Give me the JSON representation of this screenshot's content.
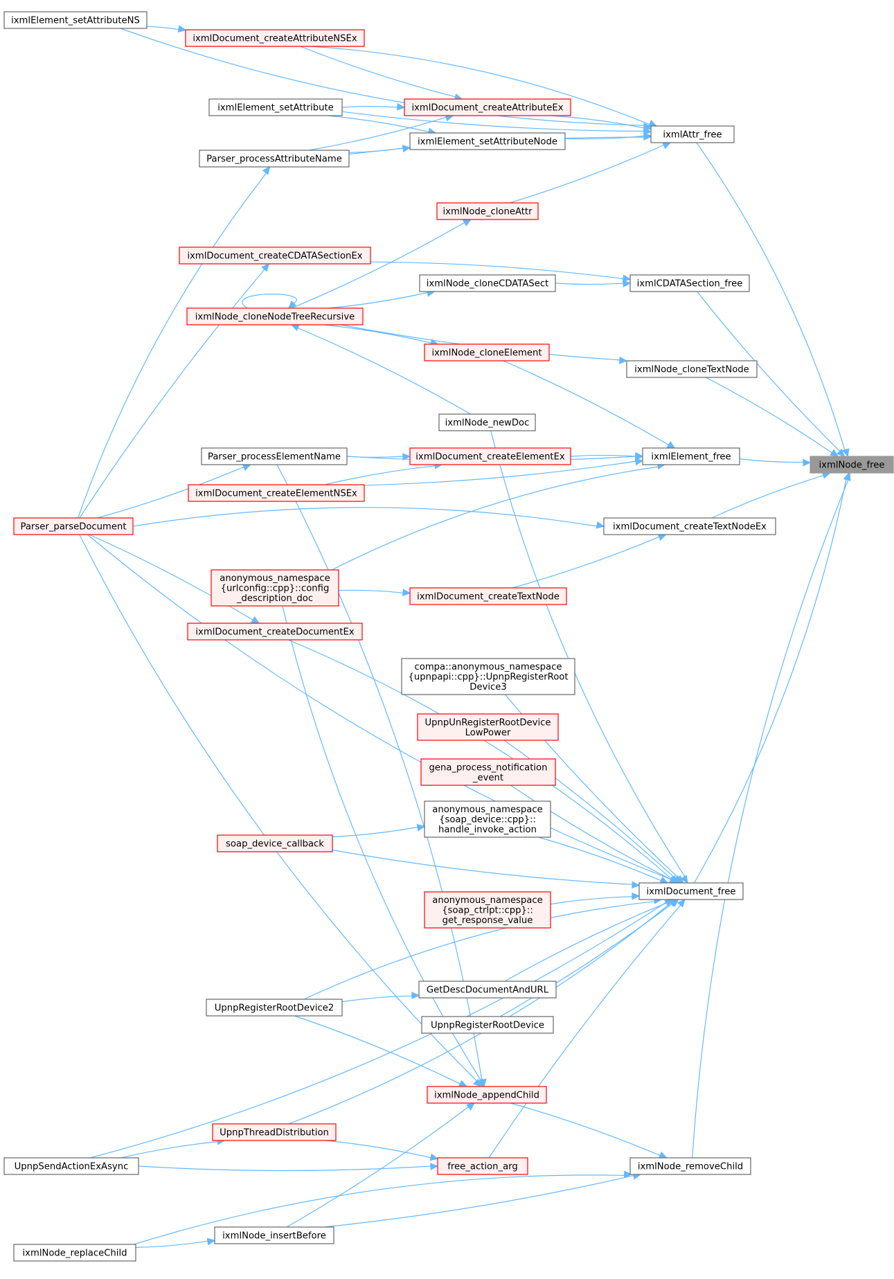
{
  "colors": {
    "edge": "#63b8ff",
    "plain_border": "#666666",
    "plain_fill": "#ffffff",
    "red_border": "#ff0000",
    "red_fill": "#fff0f0",
    "focus_border": "#999999",
    "focus_fill": "#999999"
  },
  "nodes": {
    "n_free": {
      "label": [
        "ixmlNode_free"
      ],
      "style": "focus"
    },
    "attr_free": {
      "label": [
        "ixmlAttr_free"
      ],
      "style": "plain"
    },
    "cdata_free": {
      "label": [
        "ixmlCDATASection_free"
      ],
      "style": "plain"
    },
    "clone_text": {
      "label": [
        "ixmlNode_cloneTextNode"
      ],
      "style": "plain"
    },
    "elem_free": {
      "label": [
        "ixmlElement_free"
      ],
      "style": "plain"
    },
    "doc_ctn_ex": {
      "label": [
        "ixmlDocument_createTextNodeEx"
      ],
      "style": "plain"
    },
    "doc_free": {
      "label": [
        "ixmlDocument_free"
      ],
      "style": "plain"
    },
    "remove_child": {
      "label": [
        "ixmlNode_removeChild"
      ],
      "style": "plain"
    },
    "set_attr_ns": {
      "label": [
        "ixmlElement_setAttributeNS"
      ],
      "style": "plain"
    },
    "create_attr_nsex": {
      "label": [
        "ixmlDocument_createAttributeNSEx"
      ],
      "style": "red"
    },
    "set_attr": {
      "label": [
        "ixmlElement_setAttribute"
      ],
      "style": "plain"
    },
    "create_attr_ex": {
      "label": [
        "ixmlDocument_createAttributeEx"
      ],
      "style": "red"
    },
    "set_attr_node": {
      "label": [
        "ixmlElement_setAttributeNode"
      ],
      "style": "plain"
    },
    "proc_attr_name": {
      "label": [
        "Parser_processAttributeName"
      ],
      "style": "plain"
    },
    "clone_attr": {
      "label": [
        "ixmlNode_cloneAttr"
      ],
      "style": "red"
    },
    "create_cdata": {
      "label": [
        "ixmlDocument_createCDATASectionEx"
      ],
      "style": "red"
    },
    "clone_cdata": {
      "label": [
        "ixmlNode_cloneCDATASect"
      ],
      "style": "plain"
    },
    "clone_tree": {
      "label": [
        "ixmlNode_cloneNodeTreeRecursive"
      ],
      "style": "red"
    },
    "clone_elem": {
      "label": [
        "ixmlNode_cloneElement"
      ],
      "style": "red"
    },
    "new_doc": {
      "label": [
        "ixmlNode_newDoc"
      ],
      "style": "plain"
    },
    "proc_elem_name": {
      "label": [
        "Parser_processElementName"
      ],
      "style": "plain"
    },
    "create_elem_ex": {
      "label": [
        "ixmlDocument_createElementEx"
      ],
      "style": "red"
    },
    "create_elem_nsex": {
      "label": [
        "ixmlDocument_createElementNSEx"
      ],
      "style": "red"
    },
    "parse_doc": {
      "label": [
        "Parser_parseDocument"
      ],
      "style": "red"
    },
    "anon_urlconfig": {
      "label": [
        "anonymous_namespace",
        "{urlconfig::cpp}::config",
        "_description_doc"
      ],
      "style": "red"
    },
    "create_text_node": {
      "label": [
        "ixmlDocument_createTextNode"
      ],
      "style": "red"
    },
    "create_doc_ex": {
      "label": [
        "ixmlDocument_createDocumentEx"
      ],
      "style": "red"
    },
    "compa_reg3": {
      "label": [
        "compa::anonymous_namespace",
        "{upnpapi::cpp}::UpnpRegisterRoot",
        "Device3"
      ],
      "style": "plain"
    },
    "unreg_lowpower": {
      "label": [
        "UpnpUnRegisterRootDevice",
        "LowPower"
      ],
      "style": "red"
    },
    "gena_notif": {
      "label": [
        "gena_process_notification",
        "_event"
      ],
      "style": "red"
    },
    "anon_soap_dev": {
      "label": [
        "anonymous_namespace",
        "{soap_device::cpp}::",
        "handle_invoke_action"
      ],
      "style": "plain"
    },
    "soap_dev_cb": {
      "label": [
        "soap_device_callback"
      ],
      "style": "red"
    },
    "anon_soap_ctrl": {
      "label": [
        "anonymous_namespace",
        "{soap_ctrlpt::cpp}::",
        "get_response_value"
      ],
      "style": "red"
    },
    "get_desc": {
      "label": [
        "GetDescDocumentAndURL"
      ],
      "style": "plain"
    },
    "reg_root2": {
      "label": [
        "UpnpRegisterRootDevice2"
      ],
      "style": "plain"
    },
    "reg_root": {
      "label": [
        "UpnpRegisterRootDevice"
      ],
      "style": "plain"
    },
    "append_child": {
      "label": [
        "ixmlNode_appendChild"
      ],
      "style": "red"
    },
    "thread_dist": {
      "label": [
        "UpnpThreadDistribution"
      ],
      "style": "red"
    },
    "send_action_async": {
      "label": [
        "UpnpSendActionExAsync"
      ],
      "style": "plain"
    },
    "free_action_arg": {
      "label": [
        "free_action_arg"
      ],
      "style": "red"
    },
    "insert_before": {
      "label": [
        "ixmlNode_insertBefore"
      ],
      "style": "plain"
    },
    "replace_child": {
      "label": [
        "ixmlNode_replaceChild"
      ],
      "style": "plain"
    }
  },
  "edges": [
    {
      "from": "attr_free",
      "to": "n_free"
    },
    {
      "from": "cdata_free",
      "to": "n_free"
    },
    {
      "from": "clone_text",
      "to": "n_free"
    },
    {
      "from": "elem_free",
      "to": "n_free"
    },
    {
      "from": "doc_ctn_ex",
      "to": "n_free"
    },
    {
      "from": "doc_free",
      "to": "n_free"
    },
    {
      "from": "remove_child",
      "to": "n_free"
    },
    {
      "from": "set_attr_ns",
      "to": "attr_free"
    },
    {
      "from": "create_attr_nsex",
      "to": "attr_free"
    },
    {
      "from": "set_attr",
      "to": "attr_free"
    },
    {
      "from": "create_attr_ex",
      "to": "attr_free"
    },
    {
      "from": "set_attr_node",
      "to": "attr_free"
    },
    {
      "from": "proc_attr_name",
      "to": "attr_free"
    },
    {
      "from": "clone_attr",
      "to": "attr_free"
    },
    {
      "from": "set_attr_ns",
      "to": "create_attr_nsex"
    },
    {
      "from": "create_attr_nsex",
      "to": "create_attr_ex"
    },
    {
      "from": "set_attr",
      "to": "create_attr_ex"
    },
    {
      "from": "proc_attr_name",
      "to": "create_attr_ex"
    },
    {
      "from": "set_attr",
      "to": "set_attr_node"
    },
    {
      "from": "proc_attr_name",
      "to": "set_attr_node"
    },
    {
      "from": "parse_doc",
      "to": "proc_attr_name"
    },
    {
      "from": "clone_tree",
      "to": "clone_attr"
    },
    {
      "from": "create_cdata",
      "to": "cdata_free"
    },
    {
      "from": "clone_cdata",
      "to": "cdata_free"
    },
    {
      "from": "parse_doc",
      "to": "create_cdata"
    },
    {
      "from": "clone_tree",
      "to": "clone_cdata"
    },
    {
      "from": "clone_tree",
      "to": "clone_tree"
    },
    {
      "from": "clone_tree",
      "to": "clone_text"
    },
    {
      "from": "clone_tree",
      "to": "clone_elem"
    },
    {
      "from": "new_doc",
      "to": "clone_tree"
    },
    {
      "from": "clone_elem",
      "to": "elem_free"
    },
    {
      "from": "proc_elem_name",
      "to": "elem_free"
    },
    {
      "from": "create_elem_ex",
      "to": "elem_free"
    },
    {
      "from": "create_elem_nsex",
      "to": "elem_free"
    },
    {
      "from": "anon_urlconfig",
      "to": "elem_free"
    },
    {
      "from": "proc_elem_name",
      "to": "create_elem_ex"
    },
    {
      "from": "create_elem_nsex",
      "to": "create_elem_ex"
    },
    {
      "from": "parse_doc",
      "to": "proc_elem_name"
    },
    {
      "from": "parse_doc",
      "to": "doc_ctn_ex"
    },
    {
      "from": "create_text_node",
      "to": "doc_ctn_ex"
    },
    {
      "from": "anon_urlconfig",
      "to": "create_text_node"
    },
    {
      "from": "new_doc",
      "to": "doc_free"
    },
    {
      "from": "create_doc_ex",
      "to": "doc_free"
    },
    {
      "from": "compa_reg3",
      "to": "doc_free"
    },
    {
      "from": "unreg_lowpower",
      "to": "doc_free"
    },
    {
      "from": "gena_notif",
      "to": "doc_free"
    },
    {
      "from": "anon_soap_dev",
      "to": "doc_free"
    },
    {
      "from": "soap_dev_cb",
      "to": "doc_free"
    },
    {
      "from": "anon_soap_ctrl",
      "to": "doc_free"
    },
    {
      "from": "parse_doc",
      "to": "doc_free"
    },
    {
      "from": "get_desc",
      "to": "doc_free"
    },
    {
      "from": "reg_root",
      "to": "doc_free"
    },
    {
      "from": "reg_root2",
      "to": "doc_free"
    },
    {
      "from": "thread_dist",
      "to": "doc_free"
    },
    {
      "from": "free_action_arg",
      "to": "doc_free"
    },
    {
      "from": "send_action_async",
      "to": "doc_free"
    },
    {
      "from": "parse_doc",
      "to": "create_doc_ex"
    },
    {
      "from": "soap_dev_cb",
      "to": "anon_soap_dev"
    },
    {
      "from": "reg_root2",
      "to": "get_desc"
    },
    {
      "from": "parse_doc",
      "to": "append_child"
    },
    {
      "from": "proc_elem_name",
      "to": "append_child"
    },
    {
      "from": "anon_urlconfig",
      "to": "append_child"
    },
    {
      "from": "reg_root2",
      "to": "append_child"
    },
    {
      "from": "insert_before",
      "to": "append_child"
    },
    {
      "from": "append_child",
      "to": "remove_child"
    },
    {
      "from": "insert_before",
      "to": "remove_child"
    },
    {
      "from": "replace_child",
      "to": "remove_child"
    },
    {
      "from": "replace_child",
      "to": "insert_before"
    },
    {
      "from": "send_action_async",
      "to": "thread_dist"
    },
    {
      "from": "send_action_async",
      "to": "free_action_arg"
    },
    {
      "from": "thread_dist",
      "to": "free_action_arg"
    }
  ]
}
